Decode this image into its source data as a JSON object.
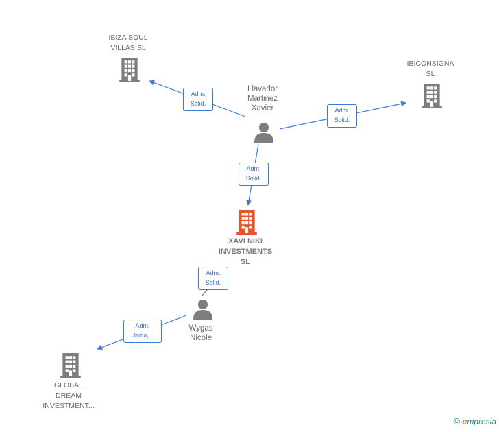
{
  "nodes": {
    "ibiza": {
      "label": "IBIZA SOUL\nVILLAS  SL",
      "icon": "building-icon",
      "color": "#7d7d7d"
    },
    "ibiconsigna": {
      "label": "IBICONSIGNA\nSL",
      "icon": "building-icon",
      "color": "#7d7d7d"
    },
    "llavador": {
      "label": "Llavador\nMartinez\nXavier",
      "icon": "person-icon",
      "color": "#7d7d7d"
    },
    "xavi": {
      "label": "XAVI NIKI\nINVESTMENTS\nSL",
      "icon": "building-icon",
      "color": "#e8542a"
    },
    "wygas": {
      "label": "Wygas\nNicole",
      "icon": "person-icon",
      "color": "#7d7d7d"
    },
    "global": {
      "label": "GLOBAL\nDREAM\nINVESTMENT...",
      "icon": "building-icon",
      "color": "#7d7d7d"
    }
  },
  "edges": {
    "e1": {
      "label": "Adm.\nSolid."
    },
    "e2": {
      "label": "Adm.\nSolid."
    },
    "e3": {
      "label": "Adm.\nSolid."
    },
    "e4": {
      "label": "Adm.\nSolid."
    },
    "e5": {
      "label": "Adm.\nUnico,..."
    }
  },
  "colors": {
    "edge": "#3a7bd5",
    "edge_text": "#2f6fc9"
  },
  "footer": {
    "copyright": "©",
    "brand_initial": "e",
    "brand_rest": "mpresia"
  }
}
